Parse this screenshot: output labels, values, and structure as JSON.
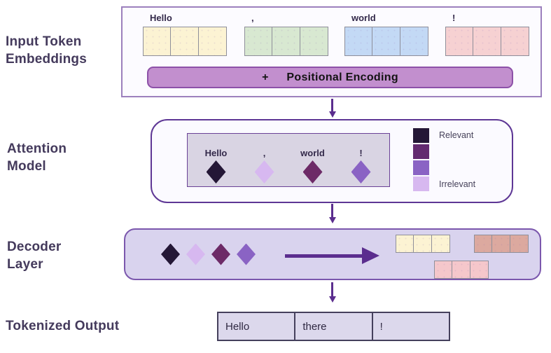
{
  "palette": {
    "accent_purple": "#5b2d8e",
    "box_border_purple": "#5e3795",
    "positional_bar_fill": "#c28fce",
    "positional_bar_border": "#8d51a8",
    "lavender_panel": "#d9d3ee"
  },
  "input_section": {
    "label": "Input Token Embeddings",
    "tokens": [
      {
        "label": "Hello",
        "color": "#fcf3d3"
      },
      {
        "label": ",",
        "color": "#d8e8d1"
      },
      {
        "label": "world",
        "color": "#c3d9f5"
      },
      {
        "label": "!",
        "color": "#f6d1d2"
      }
    ],
    "positional": {
      "plus": "+",
      "label": "Positional Encoding"
    }
  },
  "attention_section": {
    "label": "Attention Model",
    "tokens": [
      {
        "label": "Hello",
        "color": "#241736"
      },
      {
        "label": ",",
        "color": "#d7b8f0"
      },
      {
        "label": "world",
        "color": "#6d2a67"
      },
      {
        "label": "!",
        "color": "#8a63c4"
      }
    ],
    "legend": {
      "top_label": "Relevant",
      "bottom_label": "Irrelevant",
      "colors": [
        "#241736",
        "#632a70",
        "#8a63c4",
        "#d7b8f0"
      ]
    }
  },
  "decoder_section": {
    "label": "Decoder Layer",
    "diamonds": [
      "#241736",
      "#d7b8f0",
      "#6d2a67",
      "#8a63c4"
    ],
    "output_groups": [
      {
        "name": "yellow-token",
        "color": "#fcf3d3"
      },
      {
        "name": "salmon-token",
        "color": "#dca99f"
      },
      {
        "name": "pink-token",
        "color": "#f5c7cb"
      }
    ]
  },
  "output_section": {
    "label": "Tokenized Output",
    "cells": [
      "Hello",
      "there",
      "!"
    ]
  }
}
